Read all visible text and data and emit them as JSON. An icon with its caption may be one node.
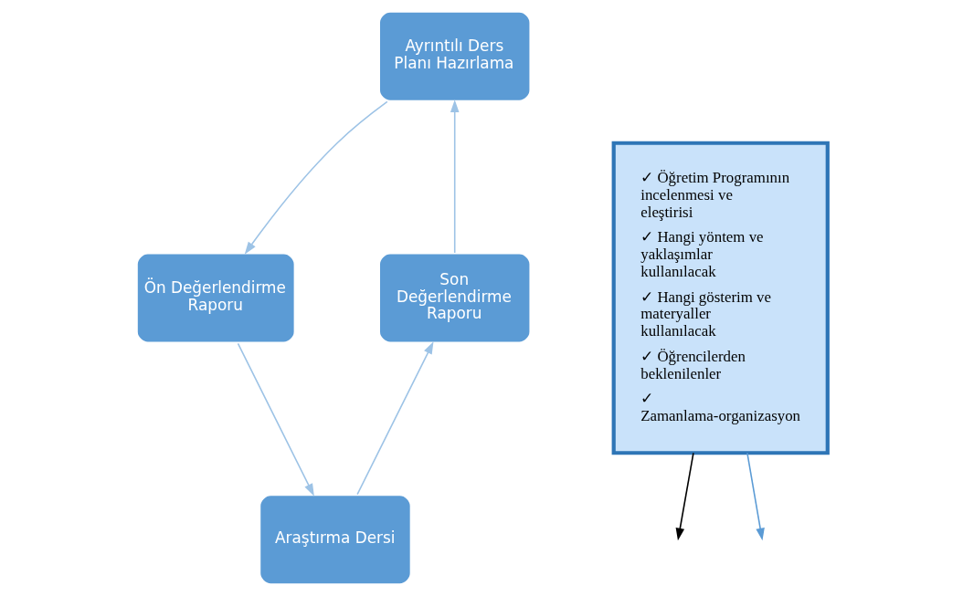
{
  "diagram": {
    "nodes": [
      {
        "text": [
          "Ayrıntılı Ders Planı Hazırlama"
        ]
      },
      {
        "text": [
          "Ön Değerlendirme Raporu"
        ]
      },
      {
        "text": [
          "Araştırma Dersi"
        ]
      },
      {
        "text": [
          "Son Değerlendirme Raporu"
        ]
      },
      {
        "text": [
          "✓ Öğretim Programının incelenmesi ve eleştirisi",
          "✓ Hangi yöntem ve yaklaşımlar kullanılacak",
          "✓ Hangi gösterim ve materyaller kullanılacak",
          "✓ Öğrencilerden beklenilenler",
          "✓ Zamanlama-organizasyon"
        ]
      }
    ],
    "edges": [
      {
        "from": 0,
        "to": 1,
        "arrow": "to"
      },
      {
        "from": 1,
        "to": 2,
        "arrow": "to"
      },
      {
        "from": 2,
        "to": 3,
        "arrow": "to"
      },
      {
        "from": 3,
        "to": 0,
        "arrow": "to"
      },
      {
        "from": 4,
        "to": null,
        "arrow": "to",
        "color": "#000000"
      },
      {
        "from": 4,
        "to": null,
        "arrow": "to",
        "color": "#5b9bd5"
      }
    ]
  }
}
